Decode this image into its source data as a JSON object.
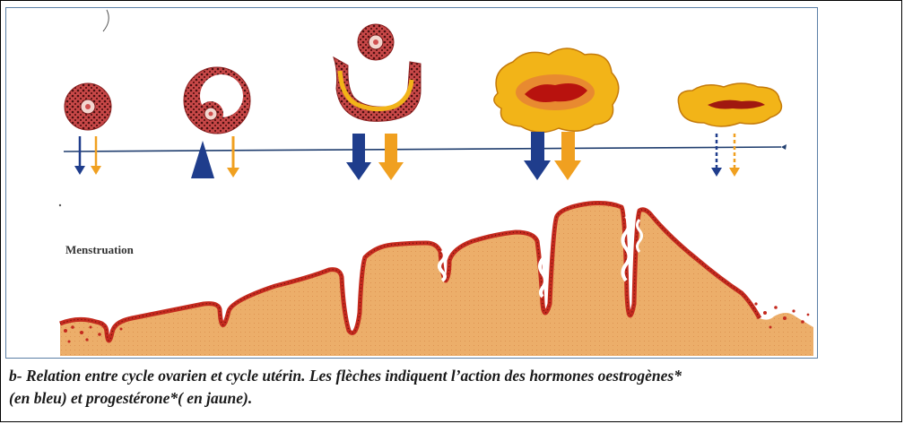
{
  "figure": {
    "label_menstruation": "Menstruation",
    "colors": {
      "oestrogen": "#1f3d8c",
      "progesterone": "#f0a020",
      "tissue": "#e8a060",
      "tissue_edge": "#c42a1e",
      "follicle_red": "#b83a3a",
      "corpus_yellow": "#f2b418",
      "axis": "#1f3d6e"
    },
    "stages": [
      {
        "name": "follicle-small"
      },
      {
        "name": "follicle-growing"
      },
      {
        "name": "ovulation"
      },
      {
        "name": "corpus-luteum"
      },
      {
        "name": "corpus-luteum-regressing"
      }
    ]
  },
  "caption": {
    "line1": "b- Relation entre cycle ovarien et cycle utérin. Les flèches indiquent l’action des hormones oestrogènes*",
    "line2": "(en bleu) et progestérone*( en jaune)."
  }
}
